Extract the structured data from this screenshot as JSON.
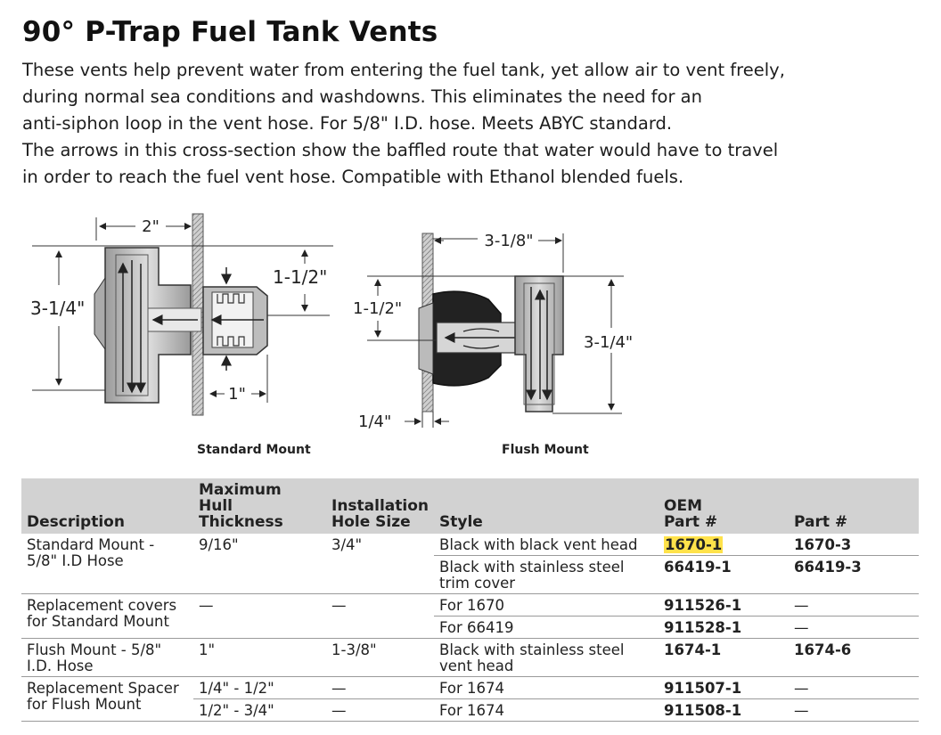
{
  "title": "90° P-Trap Fuel Tank Vents",
  "intro": [
    "These vents help prevent water from entering the fuel tank, yet allow air to vent freely,",
    "during normal sea conditions and washdowns. This eliminates the need for an",
    "anti-siphon loop in the vent hose. For 5/8\" I.D. hose. Meets ABYC standard.",
    "The arrows in this cross-section show the baffled route that water would have to travel",
    "in order to reach the fuel vent hose. Compatible with Ethanol blended fuels."
  ],
  "figures": {
    "standard": {
      "caption": "Standard Mount",
      "dim_width": "2\"",
      "dim_height": "3-1/4\"",
      "dim_head": "1-1/2\"",
      "dim_bottom": "1\""
    },
    "flush": {
      "caption": "Flush Mount",
      "dim_width": "3-1/8\"",
      "dim_head": "1-1/2\"",
      "dim_height": "3-1/4\"",
      "dim_bottom": "1/4\""
    }
  },
  "table": {
    "headers": {
      "description": "Description",
      "max_hull_1": "Maximum",
      "max_hull_2": "Hull Thickness",
      "install_1": "Installation",
      "install_2": "Hole Size",
      "style": "Style",
      "oem_1": "OEM",
      "oem_2": "Part #",
      "part": "Part #"
    },
    "rows": [
      {
        "description": "Standard Mount - 5/8\" I.D Hose",
        "hull": "9/16\"",
        "hole": "3/4\"",
        "style": "Black with black vent head",
        "oem": "1670-1",
        "part": "1670-3"
      },
      {
        "description": "",
        "hull": "",
        "hole": "",
        "style": "Black with stainless steel trim cover",
        "oem": "66419-1",
        "part": "66419-3"
      },
      {
        "description": "Replacement covers for Standard Mount",
        "hull": "—",
        "hole": "—",
        "style": "For 1670",
        "oem": "911526-1",
        "part": "—"
      },
      {
        "description": "",
        "hull": "",
        "hole": "",
        "style": "For 66419",
        "oem": "911528-1",
        "part": "—"
      },
      {
        "description": "Flush Mount - 5/8\" I.D. Hose",
        "hull": "1\"",
        "hole": "1-3/8\"",
        "style": "Black with stainless steel vent head",
        "oem": "1674-1",
        "part": "1674-6"
      },
      {
        "description": "Replacement Spacer for Flush Mount",
        "hull": "1/4\" - 1/2\"",
        "hole": "—",
        "style": "For 1674",
        "oem": "911507-1",
        "part": "—"
      },
      {
        "description": "",
        "hull": "1/2\" - 3/4\"",
        "hole": "—",
        "style": "For 1674",
        "oem": "911508-1",
        "part": "—"
      }
    ]
  }
}
